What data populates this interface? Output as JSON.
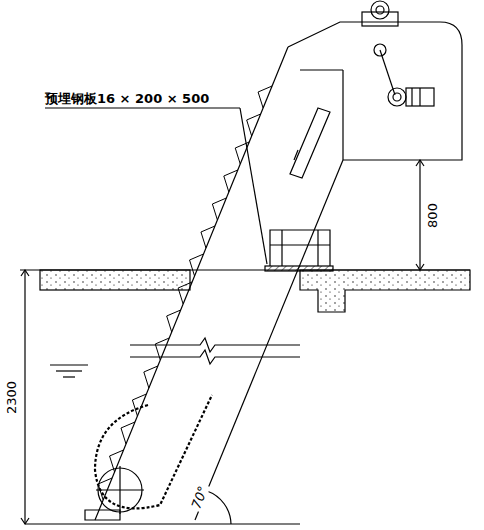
{
  "diagram": {
    "labels": [
      "预埋钢板16 × 200 × 500",
      "800",
      "2300",
      "70°"
    ]
  }
}
